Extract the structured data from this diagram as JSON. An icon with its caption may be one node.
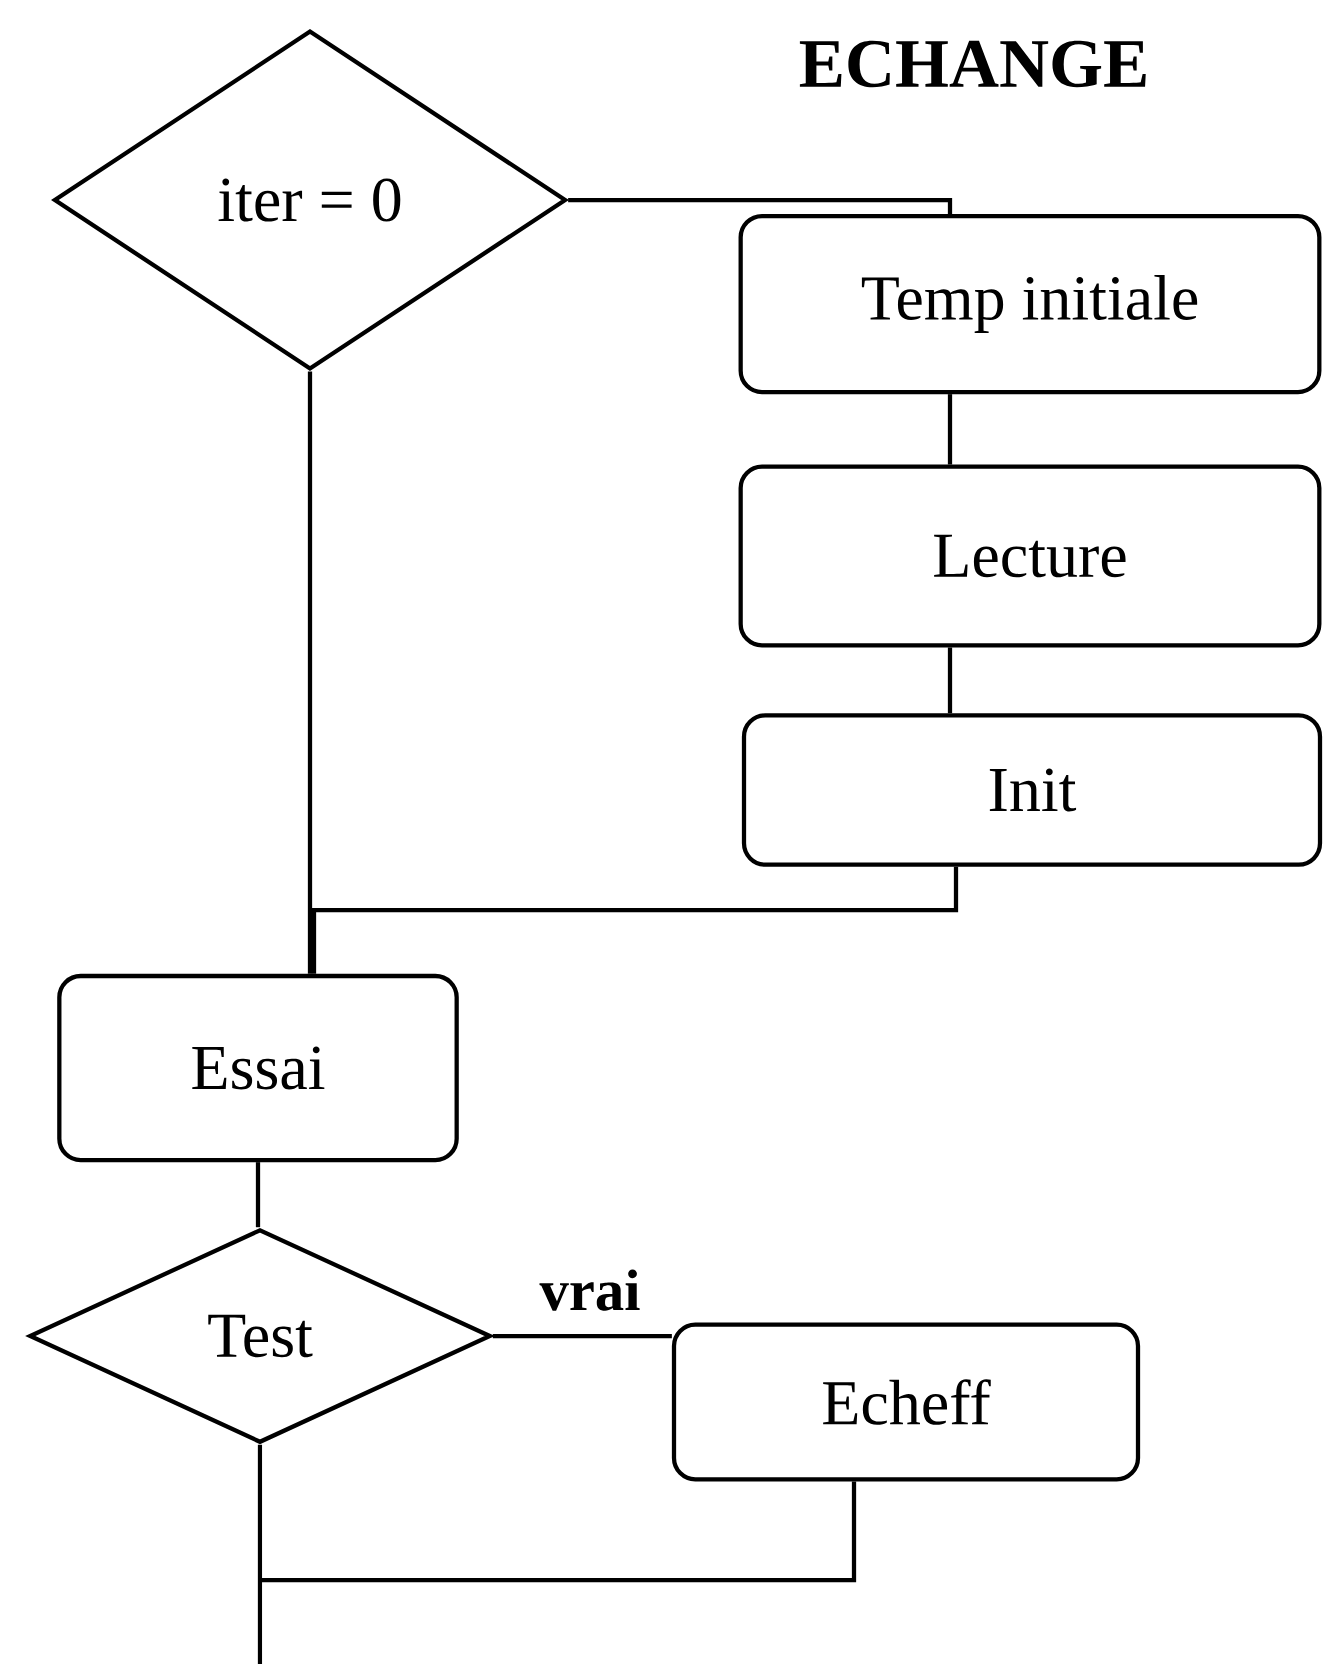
{
  "diagram": {
    "title": "ECHANGE",
    "nodes": [
      {
        "text": [
          "iter = 0"
        ]
      },
      {
        "text": [
          "Temp initiale"
        ]
      },
      {
        "text": [
          "Lecture"
        ]
      },
      {
        "text": [
          "Init"
        ]
      },
      {
        "text": [
          "Essai"
        ]
      },
      {
        "text": [
          "Test"
        ]
      },
      {
        "text": [
          "Echeff"
        ]
      }
    ],
    "edges": [
      {
        "from": 0,
        "to": 1,
        "arrow": "none"
      },
      {
        "from": 1,
        "to": 2,
        "arrow": "none"
      },
      {
        "from": 2,
        "to": 3,
        "arrow": "none"
      },
      {
        "from": 3,
        "to": 4,
        "arrow": "none"
      },
      {
        "from": 0,
        "to": 4,
        "arrow": "none"
      },
      {
        "from": 4,
        "to": 5,
        "arrow": "none"
      },
      {
        "from": 5,
        "to": 6,
        "arrow": "none",
        "label": "vrai"
      },
      {
        "from": 6,
        "to": null,
        "arrow": "none"
      },
      {
        "from": 5,
        "to": null,
        "arrow": "none"
      }
    ]
  }
}
